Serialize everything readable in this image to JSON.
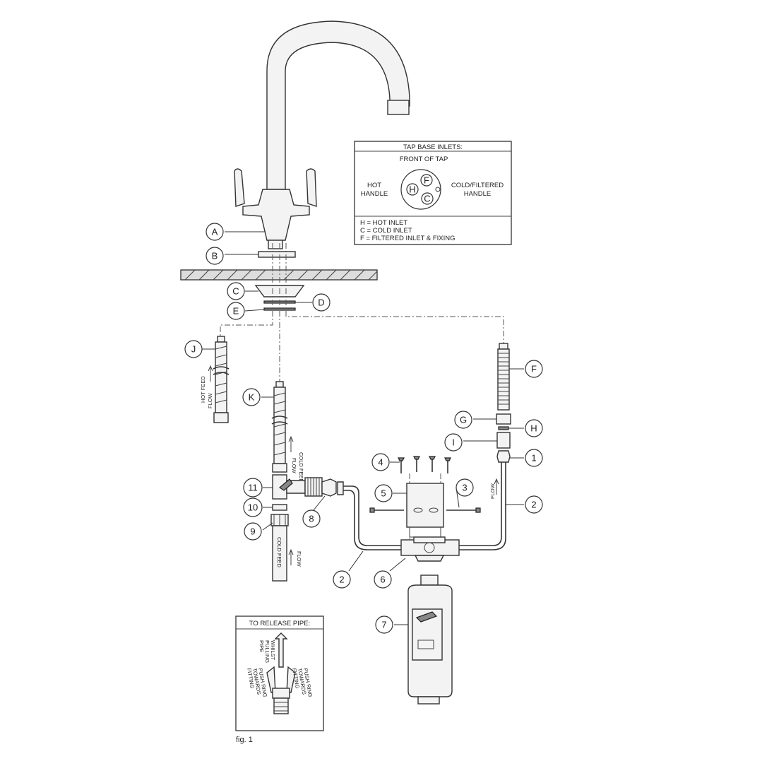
{
  "tap_base_inlets": {
    "title": "TAP BASE INLETS:",
    "front_label": "FRONT OF TAP",
    "hot_handle_line1": "HOT",
    "hot_handle_line2": "HANDLE",
    "cold_handle_line1": "COLD/FILTERED",
    "cold_handle_line2": "HANDLE",
    "inlet_h": "H",
    "inlet_c": "C",
    "inlet_f": "F",
    "legend": [
      "H = HOT INLET",
      "C = COLD INLET",
      "F = FILTERED INLET & FIXING"
    ]
  },
  "labels": {
    "A": "A",
    "B": "B",
    "C": "C",
    "D": "D",
    "E": "E",
    "F": "F",
    "G": "G",
    "H": "H",
    "I": "I",
    "J": "J",
    "K": "K",
    "n1": "1",
    "n2a": "2",
    "n2b": "2",
    "n3": "3",
    "n4": "4",
    "n5": "5",
    "n6": "6",
    "n7": "7",
    "n8": "8",
    "n9": "9",
    "n10": "10",
    "n11": "11"
  },
  "flow_texts": {
    "hot_feed_flow_1": "HOT FEED",
    "hot_feed_flow_2": "FLOW",
    "cold_feed_flow_1": "COLD FEED",
    "cold_feed_flow_2": "FLOW",
    "cold_feed": "COLD FEED",
    "flow_lower": "FLOW",
    "flow_right": "FLOW"
  },
  "release_pipe": {
    "title": "TO RELEASE PIPE:",
    "pull_text_1": "WHILST",
    "pull_text_2": "PULLING",
    "pull_text_3": "PIPE",
    "push_left_1": "PUSH RING",
    "push_left_2": "TOWARDS",
    "push_left_3": "FITTING",
    "push_right_1": "PUSH RING",
    "push_right_2": "TOWARDS",
    "push_right_3": "FITTING"
  },
  "figure_caption": "fig. 1"
}
